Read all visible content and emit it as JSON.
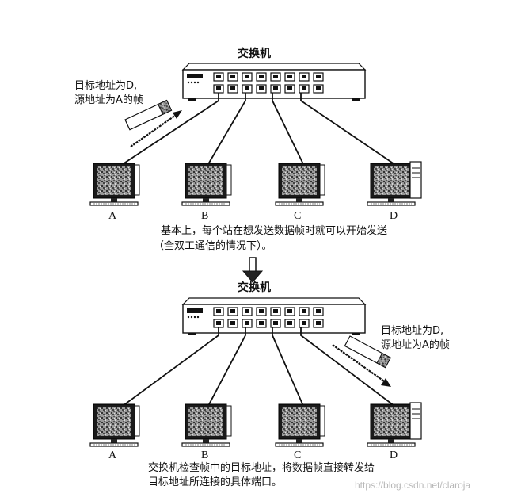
{
  "switch_label": "交换机",
  "top_frame_note": {
    "line1": "目标地址为D,",
    "line2": "源地址为A的帧"
  },
  "top_caption": {
    "line1": "基本上，每个站在想发送数据帧时就可以开始发送",
    "line2": "（全双工通信的情况下）。"
  },
  "bottom_frame_note": {
    "line1": "目标地址为D,",
    "line2": "源地址为A的帧"
  },
  "bottom_caption": {
    "line1": "交换机检查帧中的目标地址，将数据帧直接转发给",
    "line2": "目标地址所连接的具体端口。"
  },
  "stations": [
    "A",
    "B",
    "C",
    "D"
  ],
  "watermark": "https://blog.csdn.net/claroja"
}
